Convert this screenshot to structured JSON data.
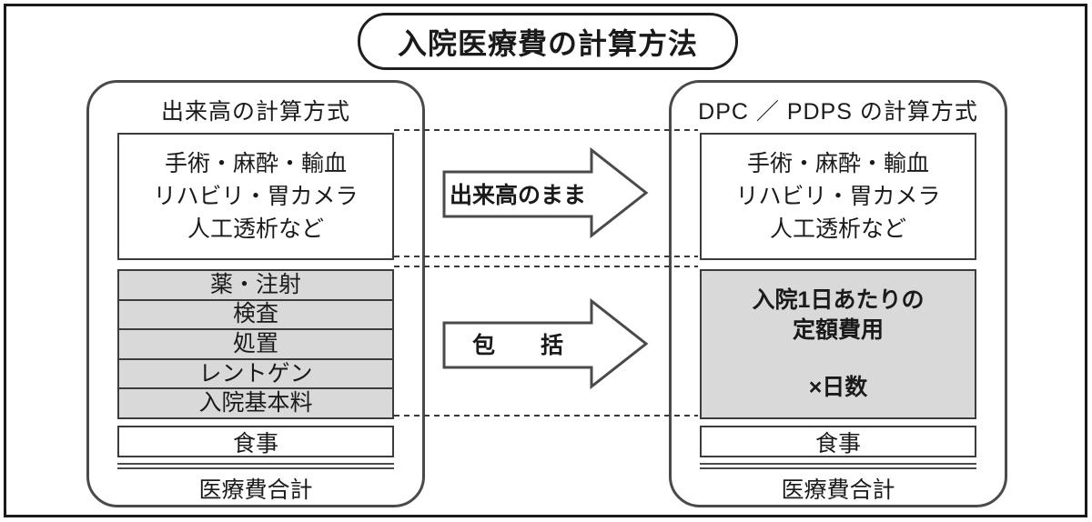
{
  "title": "入院医療費の計算方法",
  "left_panel": {
    "header": "出来高の計算方式",
    "top_box_lines": [
      "手術・麻酔・輸血",
      "リハビリ・胃カメラ",
      "人工透析など"
    ],
    "bundled_rows": [
      "薬・注射",
      "検査",
      "処置",
      "レントゲン",
      "入院基本料"
    ],
    "meal_label": "食事",
    "total_label": "医療費合計"
  },
  "right_panel": {
    "header": "DPC ／ PDPS の計算方式",
    "top_box_lines": [
      "手術・麻酔・輸血",
      "リハビリ・胃カメラ",
      "人工透析など"
    ],
    "per_diem_line1": "入院1日あたりの",
    "per_diem_line2": "定額費用",
    "per_diem_multiplier": "×日数",
    "meal_label": "食事",
    "total_label": "医療費合計"
  },
  "arrows": {
    "top_label": "出来高のまま",
    "bottom_label": "包　　括"
  },
  "colors": {
    "shaded_fill": "#d9d9d9",
    "line_dark": "#3c3c3c",
    "panel_border": "#4a4a4a",
    "text": "#1a1a1a"
  }
}
